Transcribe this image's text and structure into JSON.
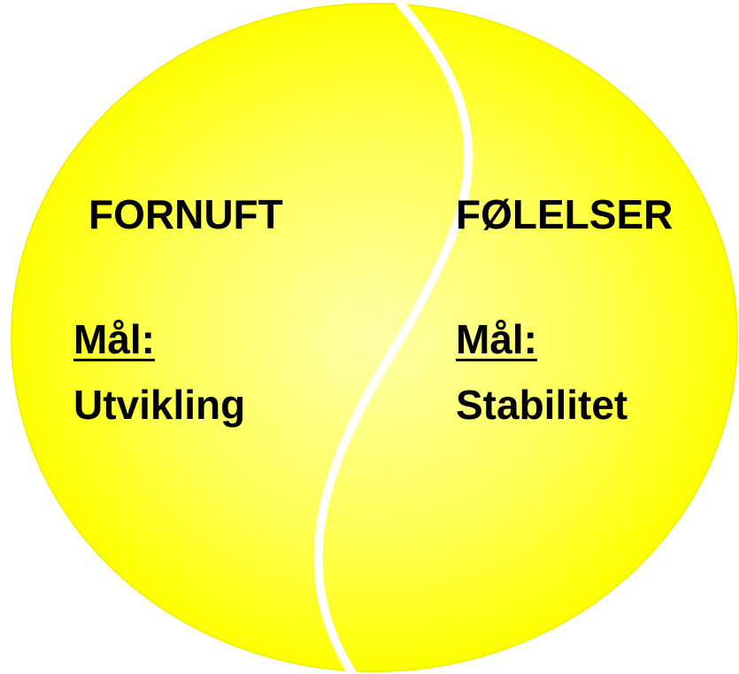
{
  "colors": {
    "background": "#ffffff",
    "circle_center": "#ffffa8",
    "circle_edge": "#ffff00",
    "divider": "#ffffff",
    "text": "#000000"
  },
  "left": {
    "heading": "FORNUFT",
    "goal_label": "Mål:",
    "goal_value": "Utvikling"
  },
  "right": {
    "heading": "FØLELSER",
    "goal_label": "Mål:",
    "goal_value": "Stabilitet"
  }
}
